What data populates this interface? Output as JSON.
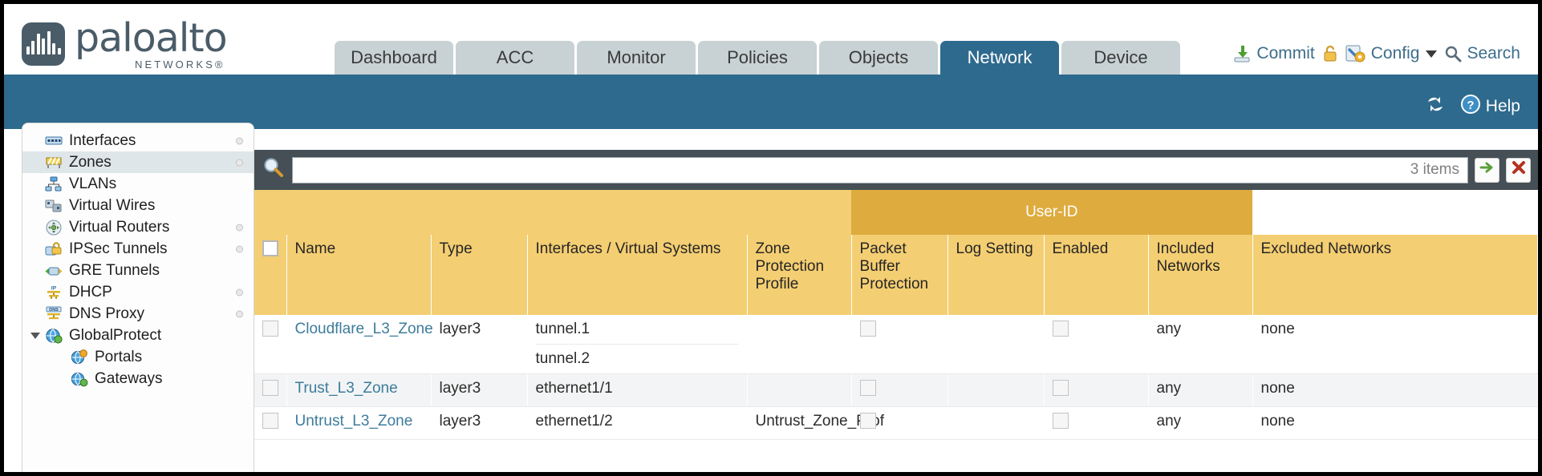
{
  "brand": {
    "name": "paloalto",
    "tagline": "NETWORKS®"
  },
  "nav": {
    "tabs": [
      {
        "label": "Dashboard",
        "active": false
      },
      {
        "label": "ACC",
        "active": false
      },
      {
        "label": "Monitor",
        "active": false
      },
      {
        "label": "Policies",
        "active": false
      },
      {
        "label": "Objects",
        "active": false
      },
      {
        "label": "Network",
        "active": true
      },
      {
        "label": "Device",
        "active": false
      }
    ]
  },
  "utility": {
    "commit": "Commit",
    "config": "Config",
    "search": "Search",
    "help": "Help"
  },
  "sidebar": {
    "items": [
      {
        "label": "Interfaces",
        "icon": "interfaces-icon",
        "selected": false,
        "dot": true,
        "child": false,
        "caret": false
      },
      {
        "label": "Zones",
        "icon": "zones-icon",
        "selected": true,
        "dot": true,
        "child": false,
        "caret": false
      },
      {
        "label": "VLANs",
        "icon": "vlans-icon",
        "selected": false,
        "dot": false,
        "child": false,
        "caret": false
      },
      {
        "label": "Virtual Wires",
        "icon": "virtual-wires-icon",
        "selected": false,
        "dot": false,
        "child": false,
        "caret": false
      },
      {
        "label": "Virtual Routers",
        "icon": "virtual-routers-icon",
        "selected": false,
        "dot": true,
        "child": false,
        "caret": false
      },
      {
        "label": "IPSec Tunnels",
        "icon": "ipsec-tunnels-icon",
        "selected": false,
        "dot": true,
        "child": false,
        "caret": false
      },
      {
        "label": "GRE Tunnels",
        "icon": "gre-tunnels-icon",
        "selected": false,
        "dot": false,
        "child": false,
        "caret": false
      },
      {
        "label": "DHCP",
        "icon": "dhcp-icon",
        "selected": false,
        "dot": true,
        "child": false,
        "caret": false
      },
      {
        "label": "DNS Proxy",
        "icon": "dns-proxy-icon",
        "selected": false,
        "dot": true,
        "child": false,
        "caret": false
      },
      {
        "label": "GlobalProtect",
        "icon": "globalprotect-icon",
        "selected": false,
        "dot": false,
        "child": false,
        "caret": true
      },
      {
        "label": "Portals",
        "icon": "portals-icon",
        "selected": false,
        "dot": false,
        "child": true,
        "caret": false
      },
      {
        "label": "Gateways",
        "icon": "gateways-icon",
        "selected": false,
        "dot": false,
        "child": true,
        "caret": false
      }
    ]
  },
  "search": {
    "value": "",
    "placeholder": "",
    "items_count": "3 items"
  },
  "table": {
    "group_header": "User-ID",
    "columns": [
      "Name",
      "Type",
      "Interfaces / Virtual Systems",
      "Zone Protection Profile",
      "Packet Buffer Protection",
      "Log Setting",
      "Enabled",
      "Included Networks",
      "Excluded Networks"
    ],
    "rows": [
      {
        "selected": false,
        "name": "Cloudflare_L3_Zone",
        "type": "layer3",
        "interfaces": [
          "tunnel.1",
          "tunnel.2"
        ],
        "zone_protection_profile": "",
        "packet_buffer_protection": false,
        "log_setting": "",
        "userid_enabled": false,
        "included_networks": "any",
        "excluded_networks": "none"
      },
      {
        "selected": false,
        "name": "Trust_L3_Zone",
        "type": "layer3",
        "interfaces": [
          "ethernet1/1"
        ],
        "zone_protection_profile": "",
        "packet_buffer_protection": false,
        "log_setting": "",
        "userid_enabled": false,
        "included_networks": "any",
        "excluded_networks": "none"
      },
      {
        "selected": false,
        "name": "Untrust_L3_Zone",
        "type": "layer3",
        "interfaces": [
          "ethernet1/2"
        ],
        "zone_protection_profile": "Untrust_Zone_Prof",
        "packet_buffer_protection": false,
        "log_setting": "",
        "userid_enabled": false,
        "included_networks": "any",
        "excluded_networks": "none"
      }
    ]
  },
  "colors": {
    "brand_blue": "#2e6a8e",
    "header_gold": "#f4ce72",
    "group_gold": "#deab3f",
    "link_blue": "#3d7c9b",
    "toolbar_dark": "#454f55"
  }
}
